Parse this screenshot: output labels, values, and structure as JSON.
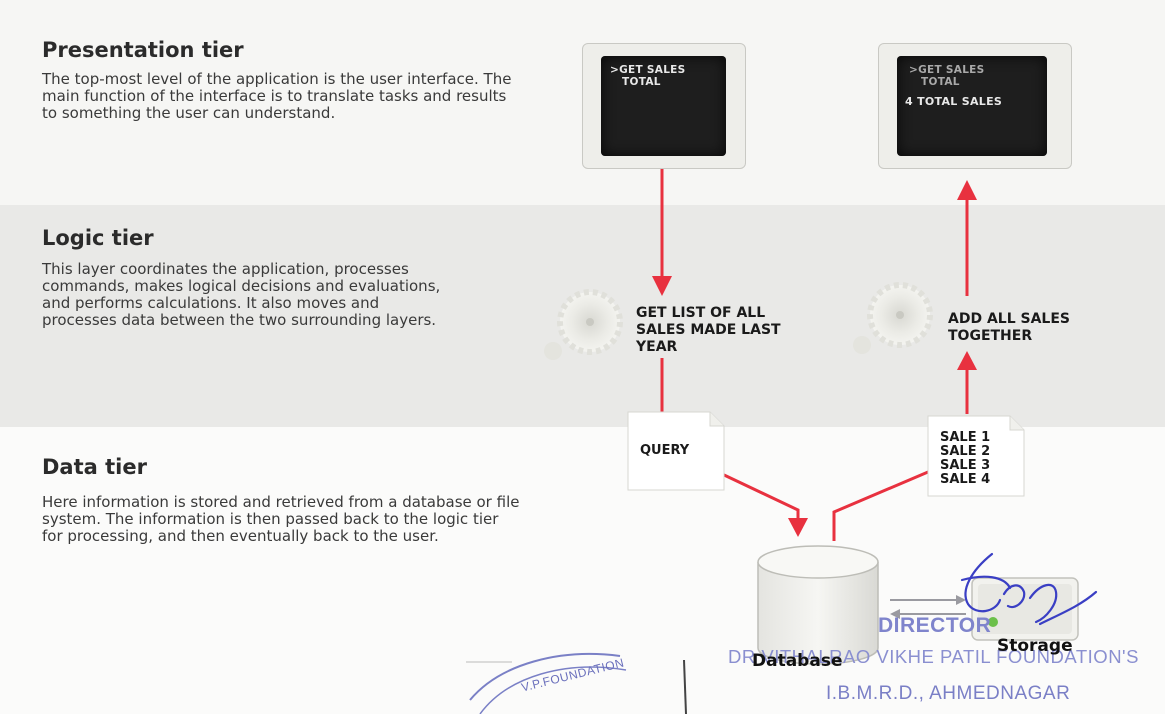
{
  "tiers": {
    "presentation": {
      "title": "Presentation tier",
      "description": "The top-most level of the application is the user interface. The main function of the interface is to translate tasks and results to something the user can understand."
    },
    "logic": {
      "title": "Logic tier",
      "description": "This layer coordinates the application, processes commands, makes logical decisions and evaluations, and performs calculations. It also moves and processes data between the two surrounding layers."
    },
    "data": {
      "title": "Data tier",
      "description": "Here information is stored and retrieved from a database or file system. The information is then passed back to the logic tier for processing, and then eventually back to the user."
    }
  },
  "screens": {
    "left": {
      "line1": ">GET SALES",
      "line2": "TOTAL"
    },
    "right": {
      "line1": ">GET SALES",
      "line2": "TOTAL",
      "line3": "4 TOTAL SALES"
    }
  },
  "steps": {
    "request": "GET LIST OF ALL SALES MADE LAST YEAR",
    "response": "ADD ALL SALES TOGETHER"
  },
  "documents": {
    "query": "QUERY",
    "results": [
      "SALE 1",
      "SALE 2",
      "SALE 3",
      "SALE 4"
    ]
  },
  "storage": {
    "database": "Database",
    "storage": "Storage"
  },
  "stamp": {
    "line1": "DIRECTOR",
    "line2": "DR VITHALRAO VIKHE PATIL FOUNDATION'S",
    "line3": "I.B.M.R.D., AHMEDNAGAR",
    "seal": "V.P.FOUNDATION"
  },
  "colors": {
    "arrow": "#e8313f",
    "stamp": "#5b5fb0",
    "signature": "#3a3fc4"
  },
  "icons": [
    "gear-icon",
    "document-icon",
    "database-icon",
    "storage-device-icon",
    "screen-icon"
  ]
}
